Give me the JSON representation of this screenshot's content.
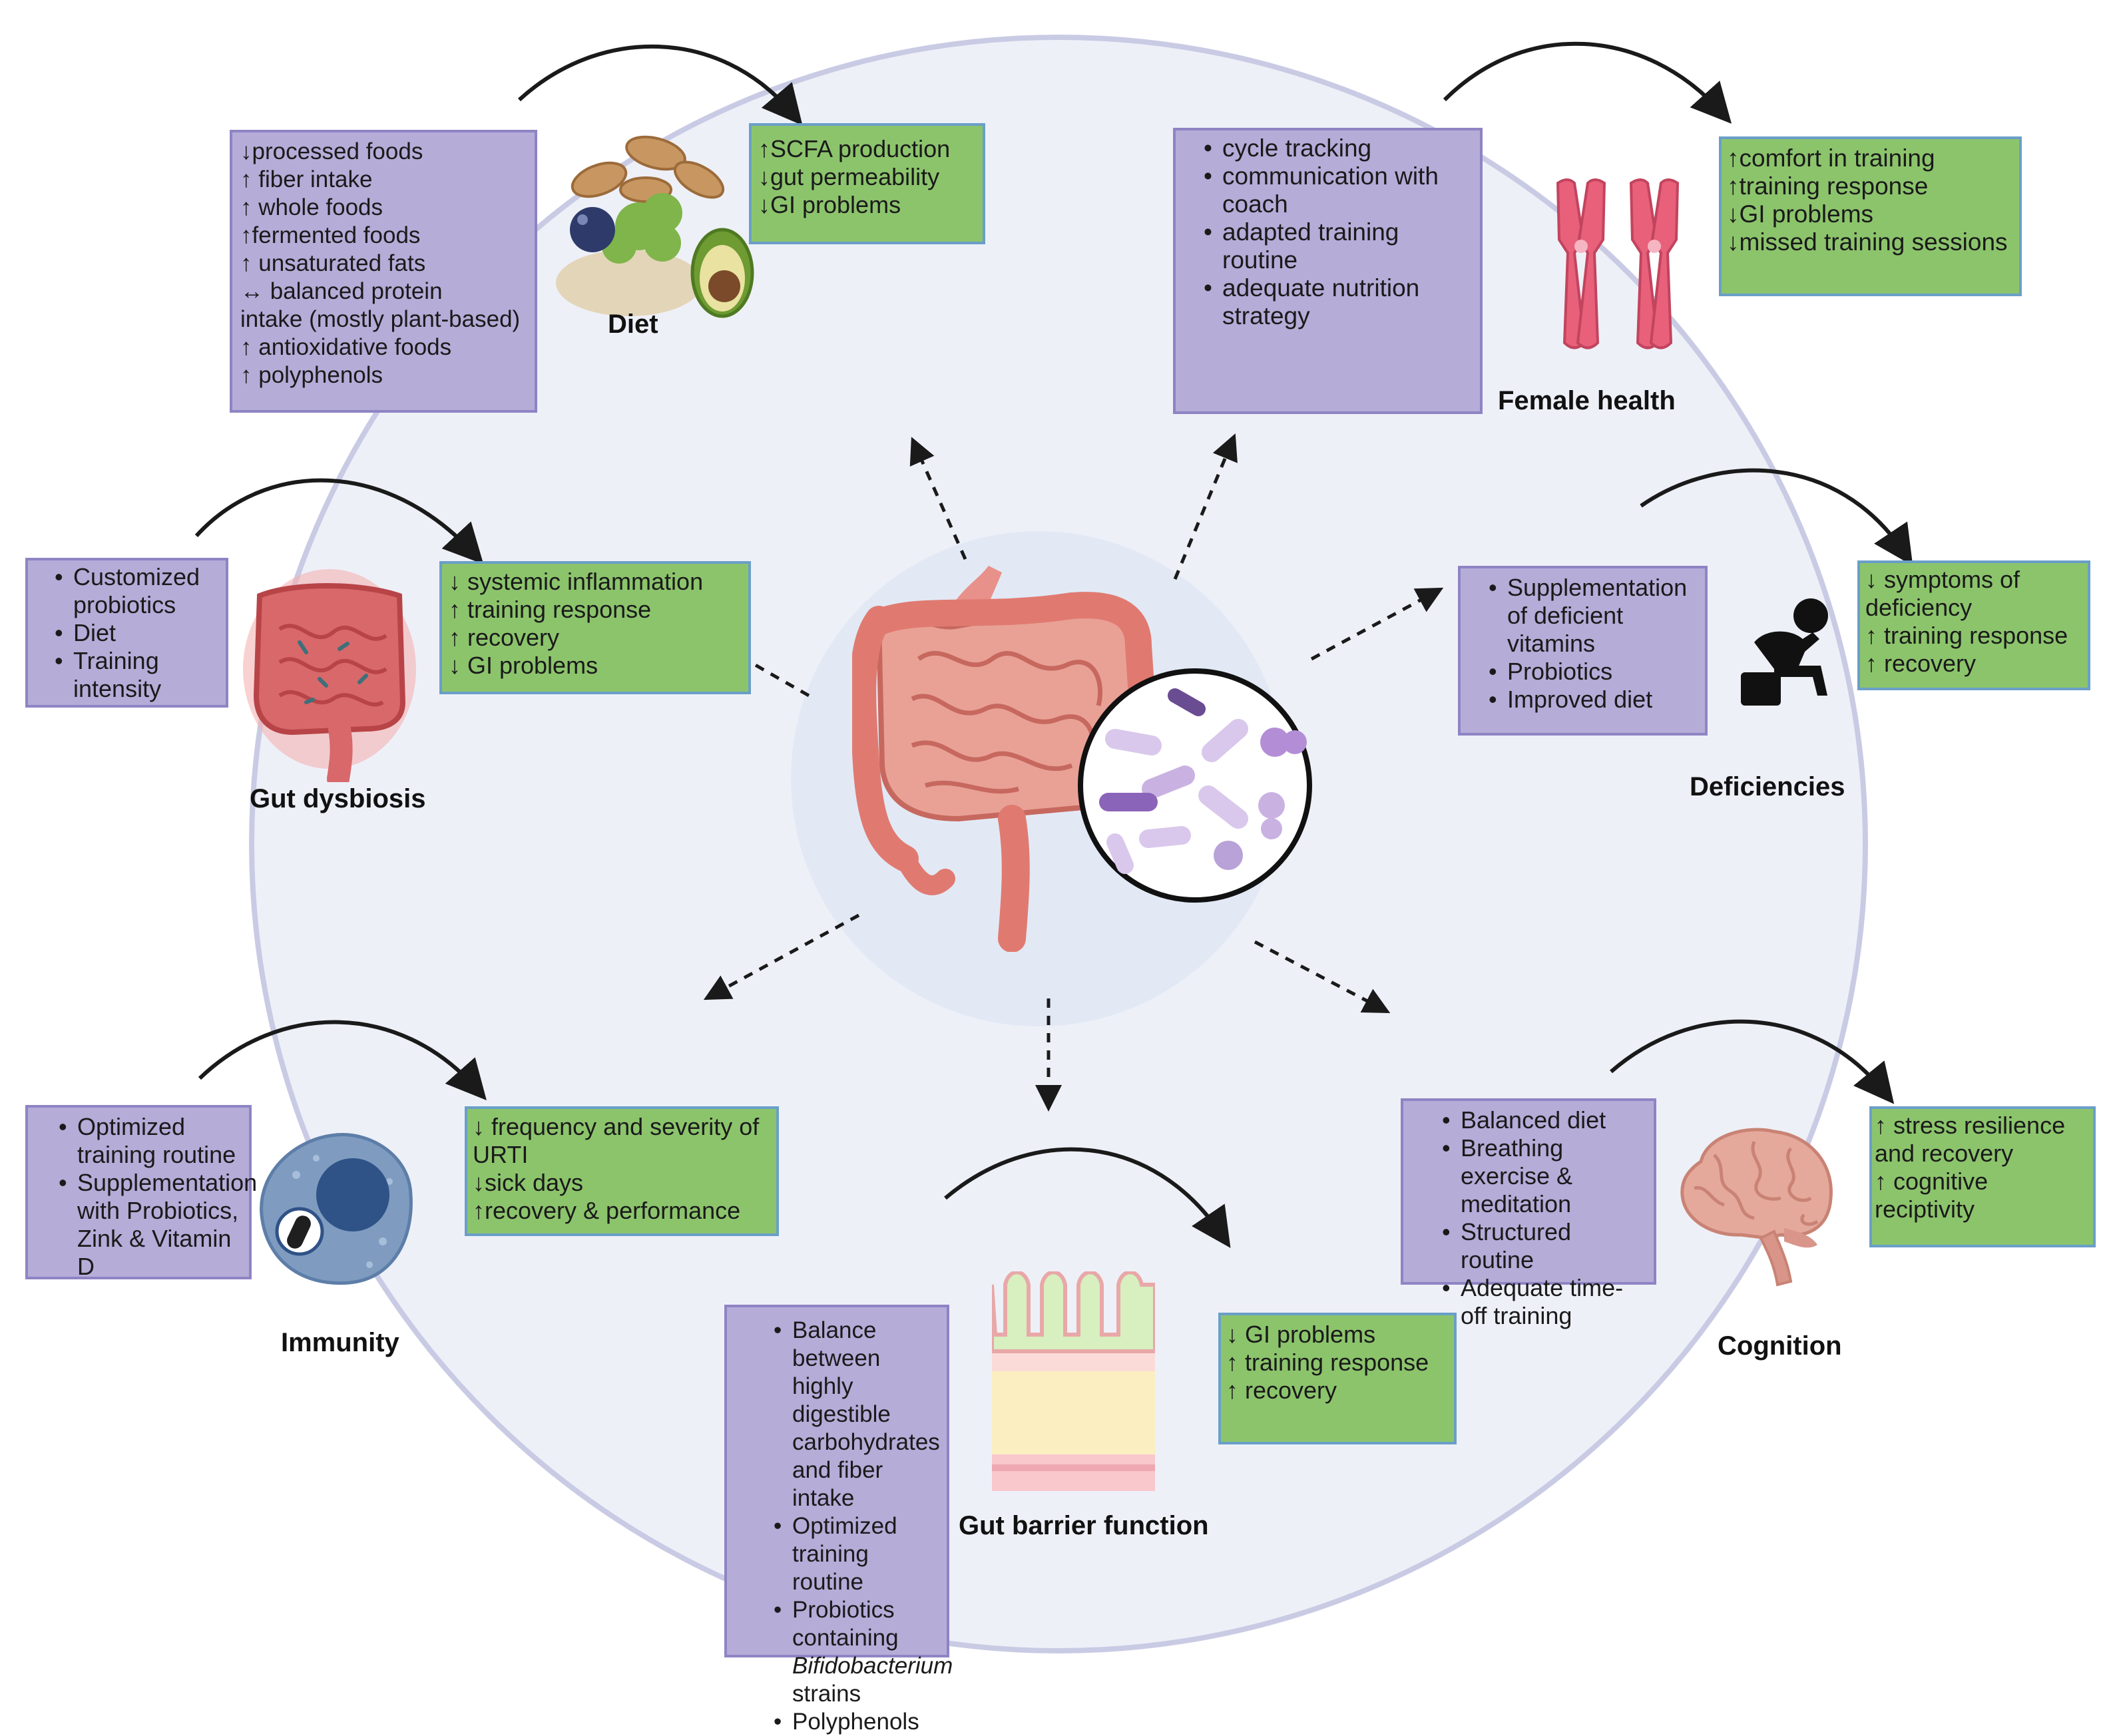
{
  "colors": {
    "purple_box": "#b5acd8",
    "purple_border": "#8e84c4",
    "green_box": "#8cc46c",
    "circle_fill": "#eef0f8",
    "circle_stroke": "#c9cbe4",
    "center_fill": "#e2e9f5"
  },
  "diet": {
    "title": "Diet",
    "strategies": [
      "↓processed foods",
      "↑ fiber intake",
      "↑ whole foods",
      "↑fermented foods",
      "↑ unsaturated fats",
      "↔ balanced protein",
      "intake (mostly plant-based)",
      "↑ antioxidative foods",
      "↑ polyphenols"
    ],
    "outcomes": [
      "↑SCFA production",
      "↓gut permeability",
      "↓GI problems"
    ]
  },
  "female_health": {
    "title": "Female health",
    "strategies": [
      "cycle tracking",
      "communication with coach",
      "adapted training routine",
      "adequate nutrition strategy"
    ],
    "outcomes": [
      "↑comfort in training",
      "↑training response",
      "↓GI problems",
      "↓missed training sessions"
    ]
  },
  "gut_dysbiosis": {
    "title": "Gut dysbiosis",
    "strategies": [
      "Customized probiotics",
      "Diet",
      "Training intensity"
    ],
    "outcomes": [
      "↓ systemic inflammation",
      "↑ training response",
      "↑ recovery",
      "↓ GI problems"
    ]
  },
  "deficiencies": {
    "title": "Deficiencies",
    "strategies": [
      "Supplementation of deficient vitamins",
      "Probiotics",
      "Improved diet"
    ],
    "outcomes": [
      "↓ symptoms of deficiency",
      "↑ training response",
      "↑ recovery"
    ]
  },
  "immunity": {
    "title": "Immunity",
    "strategies": [
      "Optimized training routine",
      "Supplementation with Probiotics, Zink & Vitamin D"
    ],
    "outcomes": [
      "↓ frequency and severity of URTI",
      "↓sick days",
      "↑recovery  & performance"
    ]
  },
  "gut_barrier": {
    "title": "Gut barrier function",
    "strategies": [
      "Balance between highly digestible carbohydrates and fiber intake",
      "Optimized training routine",
      "Probiotics containing",
      "Polyphenols"
    ],
    "probiotic_strain": "Bifidobacterium",
    "probiotic_suffix": "strains",
    "outcomes": [
      "↓ GI problems",
      "↑ training response",
      "↑ recovery"
    ]
  },
  "cognition": {
    "title": "Cognition",
    "strategies": [
      "Balanced diet",
      "Breathing exercise & meditation",
      "Structured routine",
      "Adequate time-off training"
    ],
    "outcomes": [
      "↑ stress resilience and recovery",
      "↑ cognitive reciptivity"
    ]
  },
  "icons": {
    "center": "gut-intestine-icon",
    "microbiome": "bacteria-magnifier-icon",
    "diet": "food-pile-icon",
    "female_health": "chromosome-icon",
    "gut_dysbiosis": "inflamed-gut-icon",
    "deficiencies": "sad-person-icon",
    "immunity": "immune-cell-icon",
    "gut_barrier": "villi-icon",
    "cognition": "brain-icon"
  }
}
